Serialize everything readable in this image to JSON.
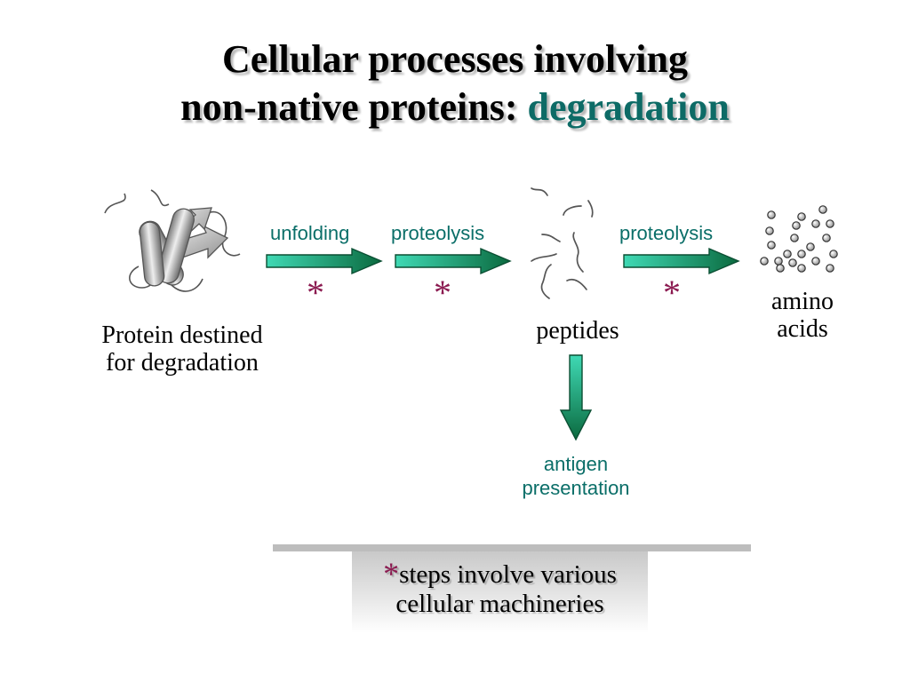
{
  "title": {
    "line1": "Cellular processes involving",
    "line2_prefix": "non-native proteins: ",
    "line2_accent": "degradation"
  },
  "diagram": {
    "protein_label": {
      "line1": "Protein destined",
      "line2": "for degradation"
    },
    "steps": [
      "unfolding",
      "proteolysis",
      "proteolysis"
    ],
    "star_symbol": "*",
    "peptides_label": "peptides",
    "amino_acids_label": {
      "line1": "amino",
      "line2": "acids"
    },
    "antigen_label": {
      "line1": "antigen",
      "line2": "presentation"
    }
  },
  "note": {
    "star": "*",
    "line1": "steps involve various",
    "line2": "cellular machineries"
  },
  "colors": {
    "accent_title": "#0d6b66",
    "step_text": "#0a6e68",
    "star": "#8b1a50",
    "arrow_light": "#3fd9b4",
    "arrow_dark": "#0b6a3f"
  }
}
